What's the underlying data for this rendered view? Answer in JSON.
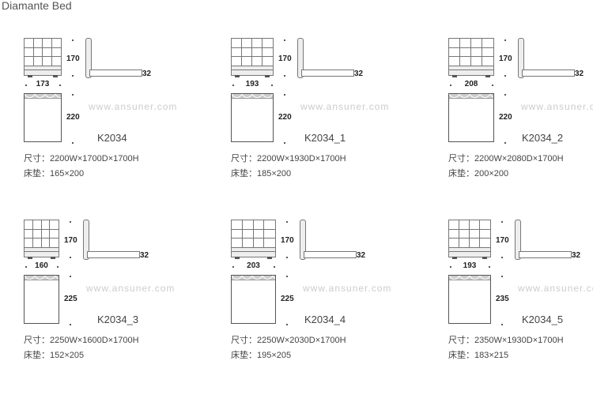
{
  "title": "Diamante Bed",
  "size_prefix": "尺寸：",
  "mattress_prefix": "床垫：",
  "watermark": "www.ansuner.com",
  "beds": [
    {
      "model": "K2034",
      "width": "173",
      "height": "170",
      "length": "220",
      "leg": "32",
      "size": "2200W×1700D×1700H",
      "mattress": "165×200"
    },
    {
      "model": "K2034_1",
      "width": "193",
      "height": "170",
      "length": "220",
      "leg": "32",
      "size": "2200W×1930D×1700H",
      "mattress": "185×200"
    },
    {
      "model": "K2034_2",
      "width": "208",
      "height": "170",
      "length": "220",
      "leg": "32",
      "size": "2200W×2080D×1700H",
      "mattress": "200×200"
    },
    {
      "model": "K2034_3",
      "width": "160",
      "height": "170",
      "length": "225",
      "leg": "32",
      "size": "2250W×1600D×1700H",
      "mattress": "152×205"
    },
    {
      "model": "K2034_4",
      "width": "203",
      "height": "170",
      "length": "225",
      "leg": "32",
      "size": "2250W×2030D×1700H",
      "mattress": "195×205"
    },
    {
      "model": "K2034_5",
      "width": "193",
      "height": "170",
      "length": "235",
      "leg": "32",
      "size": "2350W×1930D×1700H",
      "mattress": "183×215"
    }
  ]
}
